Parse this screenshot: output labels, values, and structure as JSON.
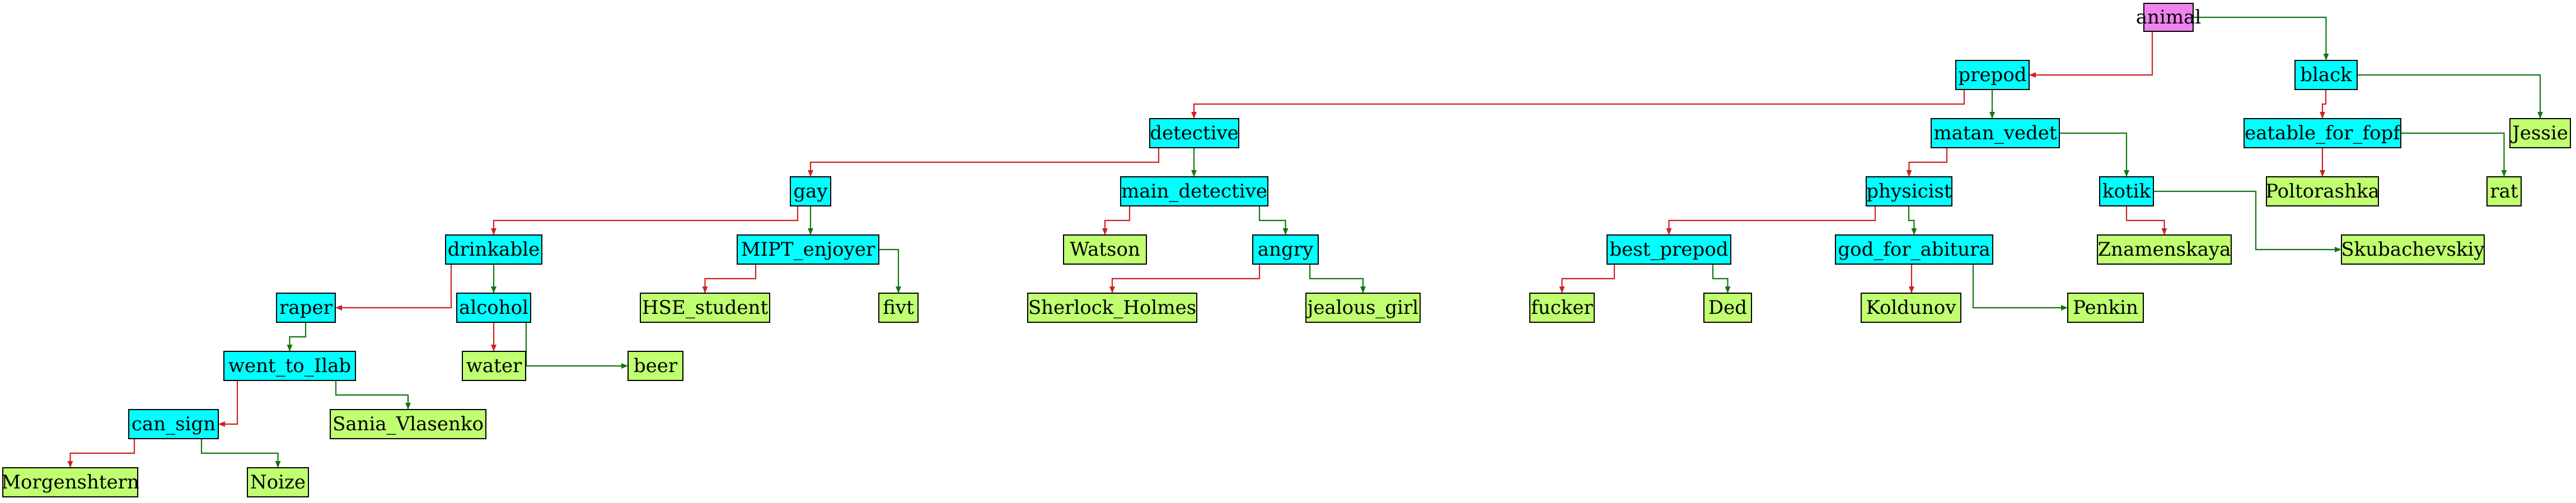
{
  "colors": {
    "root": "#ee82ee",
    "question": "#00ffff",
    "answer": "#c0ff70",
    "yes_edge": "#cc2222",
    "no_edge": "#117711"
  },
  "nodes": [
    {
      "id": "animal",
      "label": "animal",
      "kind": "root"
    },
    {
      "id": "prepod",
      "label": "prepod",
      "kind": "question"
    },
    {
      "id": "black",
      "label": "black",
      "kind": "question"
    },
    {
      "id": "detective",
      "label": "detective",
      "kind": "question"
    },
    {
      "id": "matan_vedet",
      "label": "matan_vedet",
      "kind": "question"
    },
    {
      "id": "eatable_for_fopf",
      "label": "eatable_for_fopf",
      "kind": "question"
    },
    {
      "id": "Jessie",
      "label": "Jessie",
      "kind": "answer"
    },
    {
      "id": "gay",
      "label": "gay",
      "kind": "question"
    },
    {
      "id": "main_detective",
      "label": "main_detective",
      "kind": "question"
    },
    {
      "id": "physicist",
      "label": "physicist",
      "kind": "question"
    },
    {
      "id": "kotik",
      "label": "kotik",
      "kind": "question"
    },
    {
      "id": "Poltorashka",
      "label": "Poltorashka",
      "kind": "answer"
    },
    {
      "id": "rat",
      "label": "rat",
      "kind": "answer"
    },
    {
      "id": "drinkable",
      "label": "drinkable",
      "kind": "question"
    },
    {
      "id": "MIPT_enjoyer",
      "label": "MIPT_enjoyer",
      "kind": "question"
    },
    {
      "id": "Watson",
      "label": "Watson",
      "kind": "answer"
    },
    {
      "id": "angry",
      "label": "angry",
      "kind": "question"
    },
    {
      "id": "best_prepod",
      "label": "best_prepod",
      "kind": "question"
    },
    {
      "id": "god_for_abitura",
      "label": "god_for_abitura",
      "kind": "question"
    },
    {
      "id": "Znamenskaya",
      "label": "Znamenskaya",
      "kind": "answer"
    },
    {
      "id": "Skubachevskiy",
      "label": "Skubachevskiy",
      "kind": "answer"
    },
    {
      "id": "raper",
      "label": "raper",
      "kind": "question"
    },
    {
      "id": "alcohol",
      "label": "alcohol",
      "kind": "question"
    },
    {
      "id": "HSE_student",
      "label": "HSE_student",
      "kind": "answer"
    },
    {
      "id": "fivt",
      "label": "fivt",
      "kind": "answer"
    },
    {
      "id": "Sherlock_Holmes",
      "label": "Sherlock_Holmes",
      "kind": "answer"
    },
    {
      "id": "jealous_girl",
      "label": "jealous_girl",
      "kind": "answer"
    },
    {
      "id": "fucker",
      "label": "fucker",
      "kind": "answer"
    },
    {
      "id": "Ded",
      "label": "Ded",
      "kind": "answer"
    },
    {
      "id": "Koldunov",
      "label": "Koldunov",
      "kind": "answer"
    },
    {
      "id": "Penkin",
      "label": "Penkin",
      "kind": "answer"
    },
    {
      "id": "went_to_Ilab",
      "label": "went_to_Ilab",
      "kind": "question"
    },
    {
      "id": "water",
      "label": "water",
      "kind": "answer"
    },
    {
      "id": "beer",
      "label": "beer",
      "kind": "answer"
    },
    {
      "id": "can_sign",
      "label": "can_sign",
      "kind": "question"
    },
    {
      "id": "Sania_Vlasenko",
      "label": "Sania_Vlasenko",
      "kind": "answer"
    },
    {
      "id": "Morgenshtern",
      "label": "Morgenshtern",
      "kind": "answer"
    },
    {
      "id": "Noize",
      "label": "Noize",
      "kind": "answer"
    }
  ],
  "edges": [
    {
      "from": "animal",
      "to": "prepod",
      "kind": "yes"
    },
    {
      "from": "animal",
      "to": "black",
      "kind": "no"
    },
    {
      "from": "prepod",
      "to": "detective",
      "kind": "yes"
    },
    {
      "from": "prepod",
      "to": "matan_vedet",
      "kind": "no"
    },
    {
      "from": "black",
      "to": "eatable_for_fopf",
      "kind": "yes"
    },
    {
      "from": "black",
      "to": "Jessie",
      "kind": "no"
    },
    {
      "from": "detective",
      "to": "gay",
      "kind": "yes"
    },
    {
      "from": "detective",
      "to": "main_detective",
      "kind": "no"
    },
    {
      "from": "matan_vedet",
      "to": "physicist",
      "kind": "yes"
    },
    {
      "from": "matan_vedet",
      "to": "kotik",
      "kind": "no"
    },
    {
      "from": "eatable_for_fopf",
      "to": "Poltorashka",
      "kind": "yes"
    },
    {
      "from": "eatable_for_fopf",
      "to": "rat",
      "kind": "no"
    },
    {
      "from": "gay",
      "to": "drinkable",
      "kind": "yes"
    },
    {
      "from": "gay",
      "to": "MIPT_enjoyer",
      "kind": "no"
    },
    {
      "from": "main_detective",
      "to": "Watson",
      "kind": "yes"
    },
    {
      "from": "main_detective",
      "to": "angry",
      "kind": "no"
    },
    {
      "from": "physicist",
      "to": "best_prepod",
      "kind": "yes"
    },
    {
      "from": "physicist",
      "to": "god_for_abitura",
      "kind": "no"
    },
    {
      "from": "kotik",
      "to": "Znamenskaya",
      "kind": "yes"
    },
    {
      "from": "kotik",
      "to": "Skubachevskiy",
      "kind": "no"
    },
    {
      "from": "drinkable",
      "to": "raper",
      "kind": "yes"
    },
    {
      "from": "drinkable",
      "to": "alcohol",
      "kind": "no"
    },
    {
      "from": "MIPT_enjoyer",
      "to": "HSE_student",
      "kind": "yes"
    },
    {
      "from": "MIPT_enjoyer",
      "to": "fivt",
      "kind": "no"
    },
    {
      "from": "angry",
      "to": "Sherlock_Holmes",
      "kind": "yes"
    },
    {
      "from": "angry",
      "to": "jealous_girl",
      "kind": "no"
    },
    {
      "from": "best_prepod",
      "to": "fucker",
      "kind": "yes"
    },
    {
      "from": "best_prepod",
      "to": "Ded",
      "kind": "no"
    },
    {
      "from": "god_for_abitura",
      "to": "Koldunov",
      "kind": "yes"
    },
    {
      "from": "god_for_abitura",
      "to": "Penkin",
      "kind": "no"
    },
    {
      "from": "raper",
      "to": "went_to_Ilab",
      "kind": "no"
    },
    {
      "from": "alcohol",
      "to": "water",
      "kind": "yes"
    },
    {
      "from": "alcohol",
      "to": "beer",
      "kind": "no"
    },
    {
      "from": "went_to_Ilab",
      "to": "can_sign",
      "kind": "yes"
    },
    {
      "from": "went_to_Ilab",
      "to": "Sania_Vlasenko",
      "kind": "no"
    },
    {
      "from": "can_sign",
      "to": "Morgenshtern",
      "kind": "yes"
    },
    {
      "from": "can_sign",
      "to": "Noize",
      "kind": "no"
    }
  ]
}
